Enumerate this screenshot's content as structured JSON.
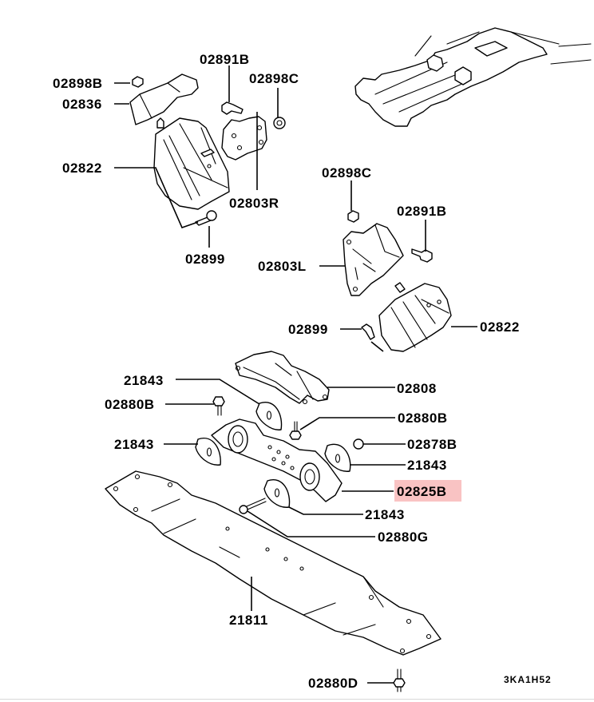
{
  "diagram": {
    "title": "Engine mount / transmission crossmember exploded view",
    "figure_code": "3KA1H52",
    "highlight_color": "#f9c3c3",
    "highlighted_part": "02825B",
    "callouts": [
      {
        "id": "c1",
        "part": "02891B"
      },
      {
        "id": "c2",
        "part": "02898B"
      },
      {
        "id": "c3",
        "part": "02898C"
      },
      {
        "id": "c4",
        "part": "02836"
      },
      {
        "id": "c5",
        "part": "02822"
      },
      {
        "id": "c6",
        "part": "02803R"
      },
      {
        "id": "c7",
        "part": "02898C"
      },
      {
        "id": "c8",
        "part": "02891B"
      },
      {
        "id": "c9",
        "part": "02899"
      },
      {
        "id": "c10",
        "part": "02803L"
      },
      {
        "id": "c11",
        "part": "02899"
      },
      {
        "id": "c12",
        "part": "02822"
      },
      {
        "id": "c13",
        "part": "21843"
      },
      {
        "id": "c14",
        "part": "02808"
      },
      {
        "id": "c15",
        "part": "02880B"
      },
      {
        "id": "c16",
        "part": "02880B"
      },
      {
        "id": "c17",
        "part": "21843"
      },
      {
        "id": "c18",
        "part": "02878B"
      },
      {
        "id": "c19",
        "part": "21843"
      },
      {
        "id": "c20",
        "part": "02825B",
        "highlighted": true
      },
      {
        "id": "c21",
        "part": "21843"
      },
      {
        "id": "c22",
        "part": "02880G"
      },
      {
        "id": "c23",
        "part": "21811"
      },
      {
        "id": "c24",
        "part": "02880D"
      }
    ]
  }
}
